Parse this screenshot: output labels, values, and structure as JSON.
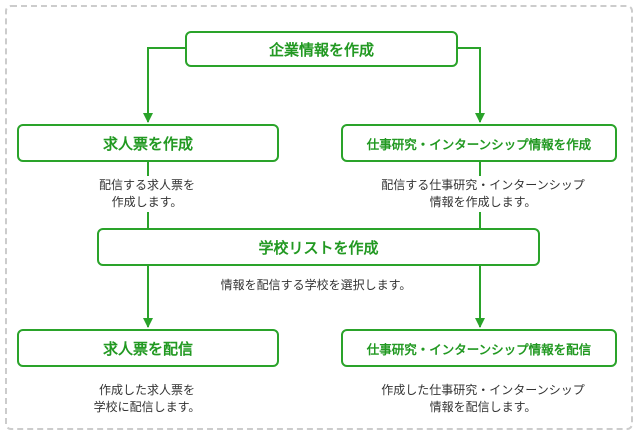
{
  "boxes": {
    "create_company_info": "企業情報を作成",
    "create_job_posting": "求人票を作成",
    "create_internship_info": "仕事研究・インターンシップ情報を作成",
    "create_school_list": "学校リストを作成",
    "distribute_job_posting": "求人票を配信",
    "distribute_internship_info": "仕事研究・インターンシップ情報を配信"
  },
  "descriptions": {
    "job_posting_line1": "配信する求人票を",
    "job_posting_line2": "作成します。",
    "internship_line1": "配信する仕事研究・インターンシップ",
    "internship_line2": "情報を作成します。",
    "school_list": "情報を配信する学校を選択します。",
    "distributed_job_line1": "作成した求人票を",
    "distributed_job_line2": "学校に配信します。",
    "distributed_internship_line1": "作成した仕事研究・インターンシップ",
    "distributed_internship_line2": "情報を配信します。"
  },
  "colors": {
    "accent": "#2aa32a",
    "text": "#333333",
    "frame": "#cccccc"
  }
}
